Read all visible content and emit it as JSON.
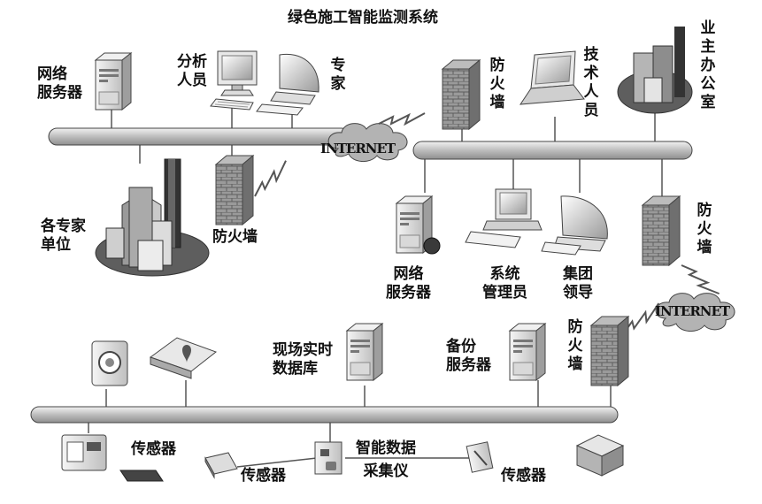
{
  "title": "绿色施工智能监测系统",
  "labels": {
    "net_server_tl": "网络\n服务器",
    "analyst": "分析\n人员",
    "expert": "专家",
    "firewall_top": "防火墙",
    "tech_staff": "技术人员",
    "owner_office": "业主办公室",
    "expert_units": "各专家\n单位",
    "firewall_left": "防火墙",
    "net_server_mid": "网络\n服务器",
    "sys_admin": "系统\n管理员",
    "group_leader": "集团\n领导",
    "firewall_right": "防火墙",
    "realtime_db": "现场实时\n数据库",
    "backup_server": "备份\n服务器",
    "firewall_bottom": "防火墙",
    "sensor1": "传感器",
    "sensor2": "传感器",
    "sensor3": "传感器",
    "collector": "智能数据\n采集仪"
  },
  "clouds": {
    "internet_top": "INTERNET",
    "internet_right": "INTERNET"
  },
  "colors": {
    "bus": "#d2d2d2",
    "stroke": "#333333",
    "device": "#e6e6e6",
    "dark": "#555555",
    "brick": "#8c8c8c"
  }
}
